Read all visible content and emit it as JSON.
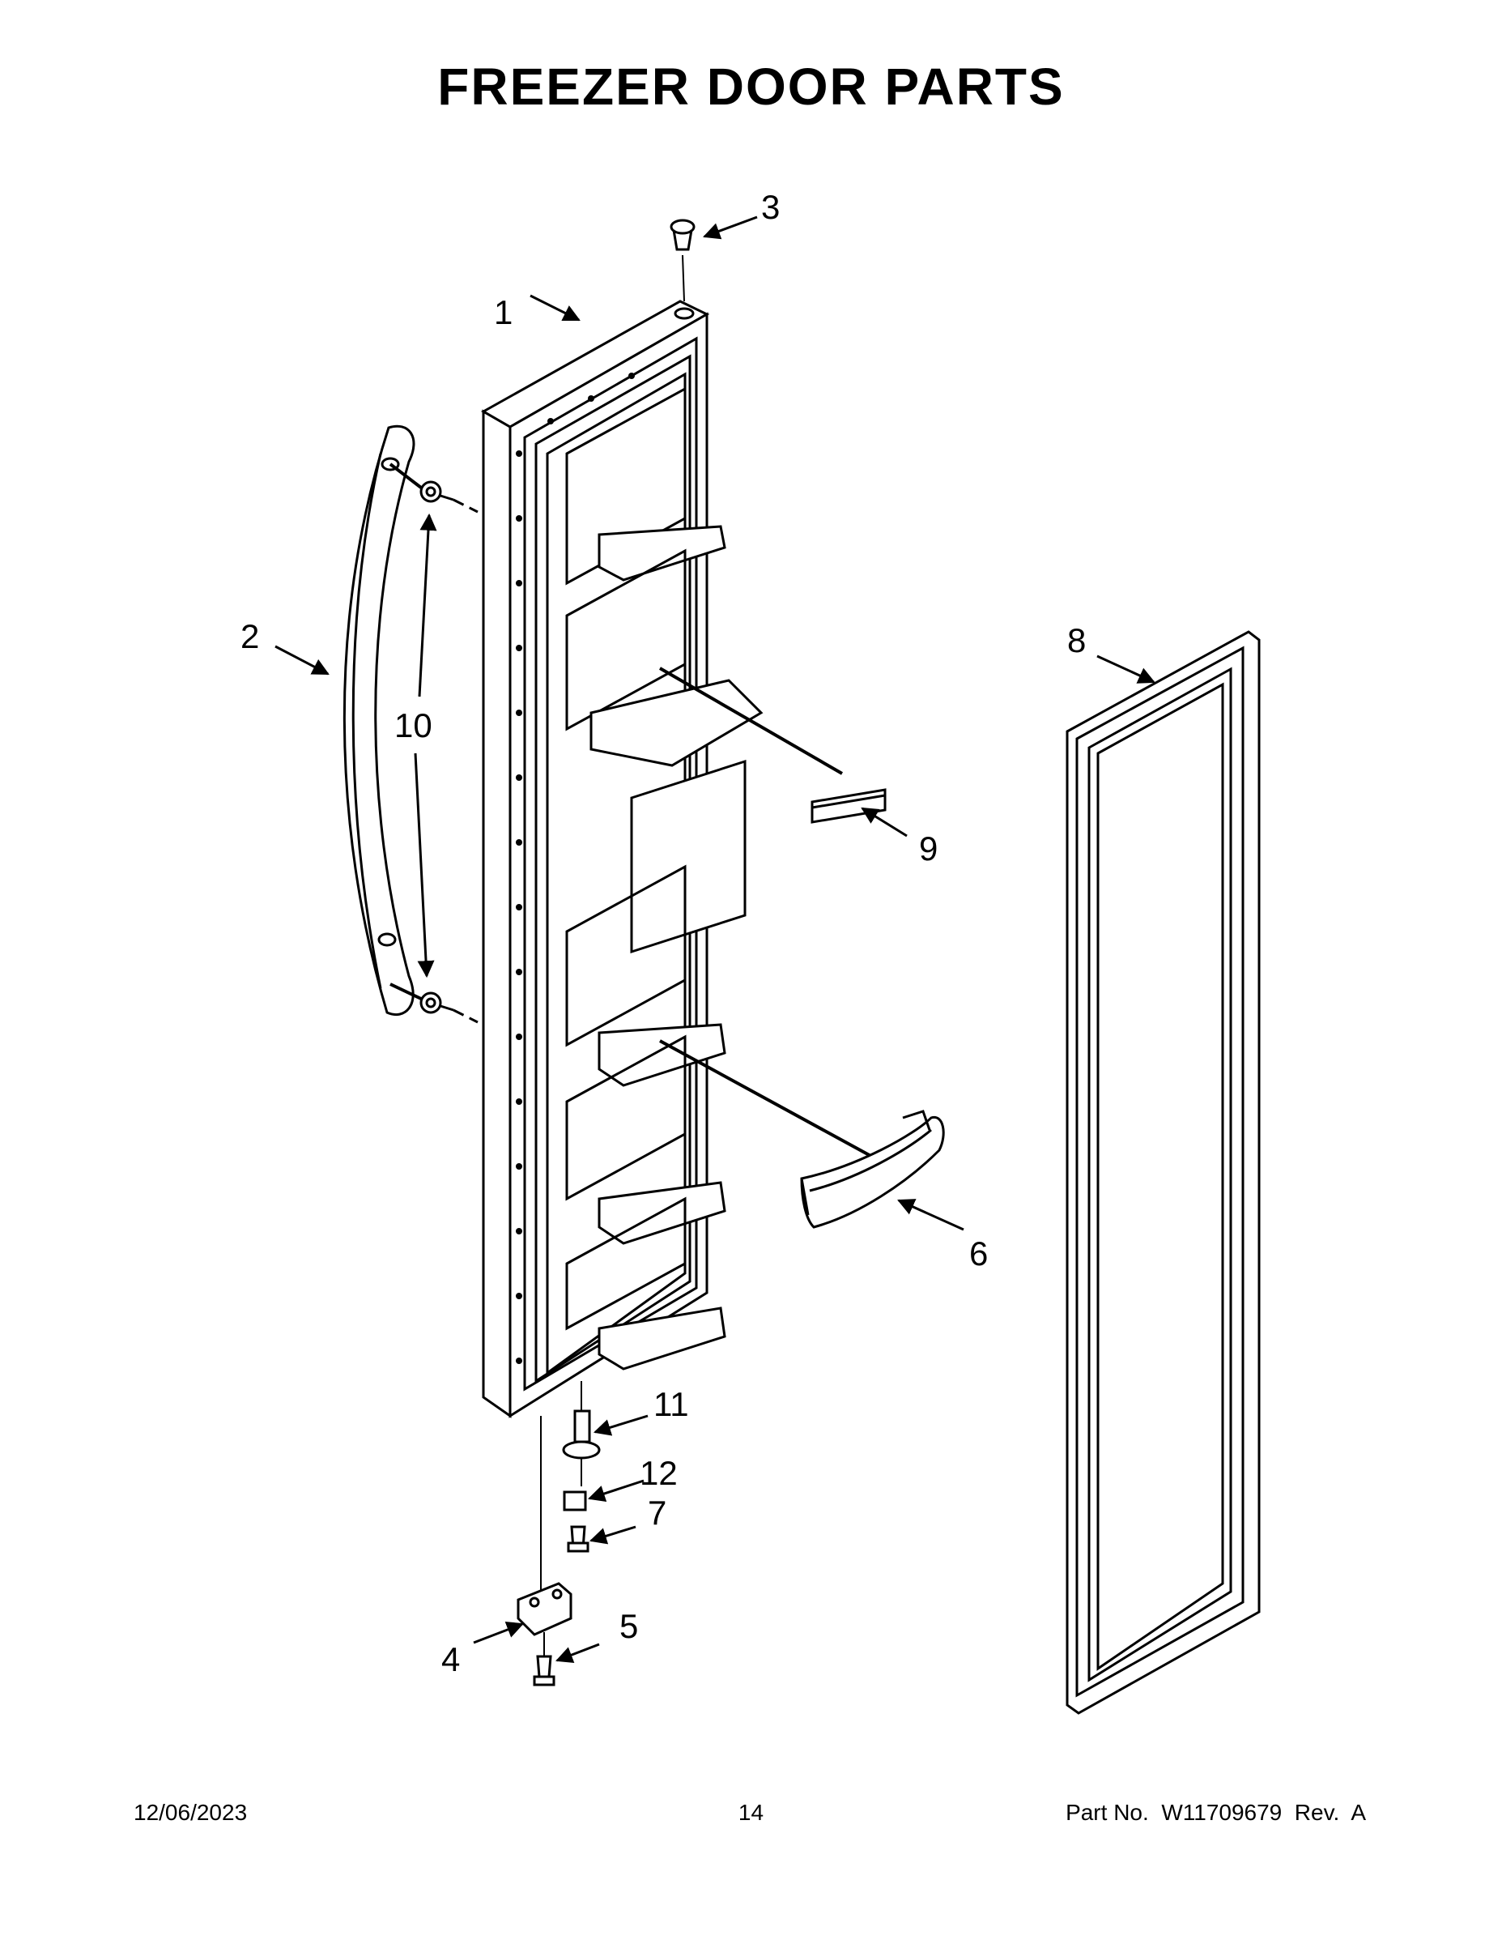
{
  "page": {
    "title": "FREEZER DOOR PARTS",
    "footer_date": "12/06/2023",
    "footer_page": "14",
    "footer_part": "Part No.  W11709679  Rev.  A"
  },
  "diagram": {
    "callouts": [
      {
        "id": "1",
        "label": "1"
      },
      {
        "id": "2",
        "label": "2"
      },
      {
        "id": "3",
        "label": "3"
      },
      {
        "id": "4",
        "label": "4"
      },
      {
        "id": "5",
        "label": "5"
      },
      {
        "id": "6",
        "label": "6"
      },
      {
        "id": "7",
        "label": "7"
      },
      {
        "id": "8",
        "label": "8"
      },
      {
        "id": "9",
        "label": "9"
      },
      {
        "id": "10",
        "label": "10"
      },
      {
        "id": "11",
        "label": "11"
      },
      {
        "id": "12",
        "label": "12"
      }
    ]
  }
}
